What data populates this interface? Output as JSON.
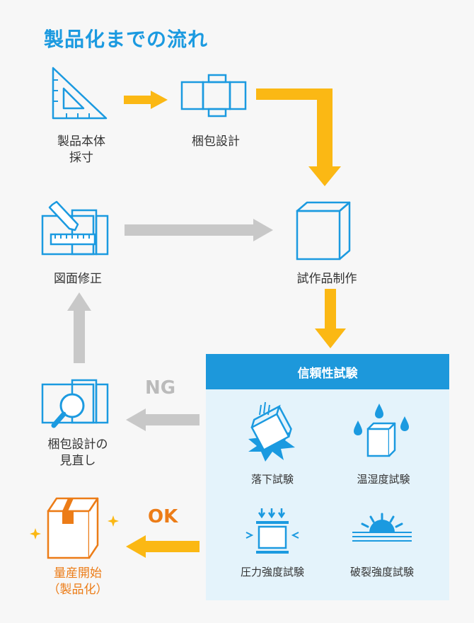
{
  "title": "製品化までの流れ",
  "steps": {
    "measure": "製品本体\n採寸",
    "package_design": "梱包設計",
    "prototype": "試作品制作",
    "drawing_fix": "図面修正",
    "review": "梱包設計の\n見直し",
    "mass_production": "量産開始\n（製品化）"
  },
  "test_panel": {
    "title": "信頼性試験",
    "tests": {
      "drop": "落下試験",
      "temp_humidity": "温湿度試験",
      "compression": "圧力強度試験",
      "burst": "破裂強度試験"
    }
  },
  "results": {
    "ng": "NG",
    "ok": "OK"
  },
  "colors": {
    "blue": "#1b9ae0",
    "orange": "#ec7c17",
    "yellow": "#fbb814",
    "gray": "#c8c8c8"
  }
}
